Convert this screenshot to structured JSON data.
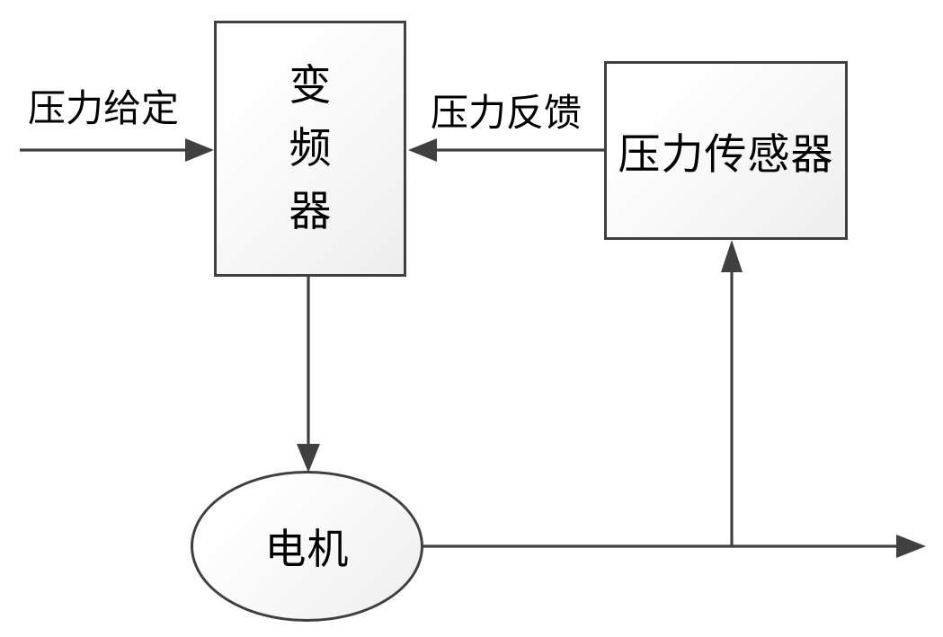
{
  "diagram": {
    "title": "pressure control loop block diagram",
    "colors": {
      "background": "#ffffff",
      "line": "#404040",
      "text": "#000000",
      "node_fill_top": "#fefefe",
      "node_fill_bottom": "#eeeeee"
    },
    "nodes": {
      "inverter": {
        "label": "变频器",
        "shape": "rect"
      },
      "sensor": {
        "label": "压力传感器",
        "shape": "rect"
      },
      "motor": {
        "label": "电机",
        "shape": "ellipse"
      }
    },
    "edge_labels": {
      "setpoint": "压力给定",
      "feedback": "压力反馈"
    }
  }
}
